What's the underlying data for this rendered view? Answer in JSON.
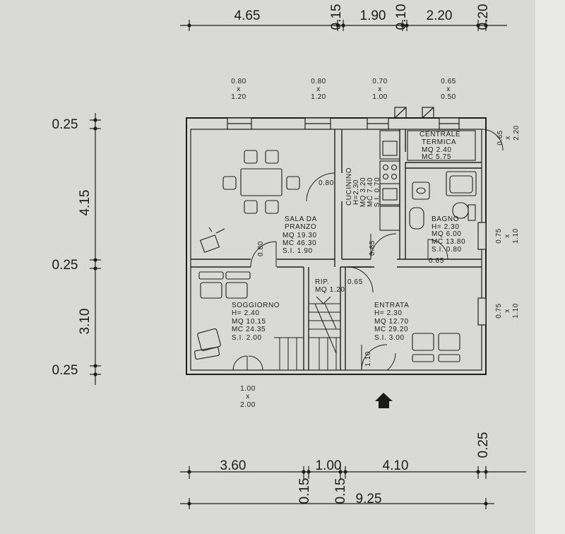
{
  "top_dimensions": [
    "4.65",
    "0.15",
    "1.90",
    "0.10",
    "2.20",
    "0.20"
  ],
  "windows": [
    {
      "w": "0.80",
      "x": "x",
      "h": "1.20"
    },
    {
      "w": "0.80",
      "x": "x",
      "h": "1.20"
    },
    {
      "w": "0.70",
      "x": "x",
      "h": "1.00"
    },
    {
      "w": "0.65",
      "x": "x",
      "h": "0.50"
    }
  ],
  "left_dimensions": [
    "0.25",
    "4.15",
    "0.25",
    "3.10",
    "0.25"
  ],
  "right_windows": [
    {
      "w": "0.75",
      "x": "x",
      "h": "1.10"
    },
    {
      "w": "0.75",
      "x": "x",
      "h": "1.10"
    }
  ],
  "right_top_window": {
    "w": "0.65",
    "x": "x",
    "h": "2.20"
  },
  "rooms": {
    "sala": {
      "name": "SALA DA",
      "name2": "PRANZO",
      "mq": "MQ 19.30",
      "mc": "MC 46.30",
      "si": "S.I.  1.90"
    },
    "cucinino": {
      "l1": "CUCININO",
      "l2": "H=2.30",
      "l3": "MQ 3.20",
      "l4": "MC 7.40",
      "l5": "S.I. 0.70"
    },
    "centrale": {
      "l1": "CENTRALE",
      "l2": "TERMICA",
      "l3": "MQ  2.40",
      "l4": "MC  5.75"
    },
    "bagno": {
      "l1": "BAGNO",
      "l2": "H= 2.30",
      "l3": "MQ 6.00",
      "l4": "MC 13.80",
      "l5": "S.I.  0.80"
    },
    "soggiorno": {
      "l1": "SOGGIORNO",
      "l2": "H= 2.40",
      "l3": "MQ 10.15",
      "l4": "MC 24.35",
      "l5": "S.I.  2.00"
    },
    "rip": {
      "l1": "RIP.",
      "l2": "MQ 1.20"
    },
    "entrata": {
      "l1": "ENTRATA",
      "l2": "H= 2.30",
      "l3": "MQ  12.70",
      "l4": "MC  29.20",
      "l5": "S.I.  3.00"
    }
  },
  "door_labels": {
    "sala_door": "0.80",
    "sala_bottom_door": "0.80",
    "cucinino_door": "0.65",
    "rip_door": "0.65",
    "bagno_door": "0.65",
    "entrata_door": "1.10"
  },
  "front_door": {
    "w": "1.00",
    "x": "x",
    "h": "2.00"
  },
  "bottom_dimensions": {
    "seg1": "3.60",
    "seg2": "1.00",
    "seg3": "4.10",
    "thin1": "0.15",
    "thin2": "0.15",
    "right_thin": "0.25",
    "total": "9.25"
  }
}
